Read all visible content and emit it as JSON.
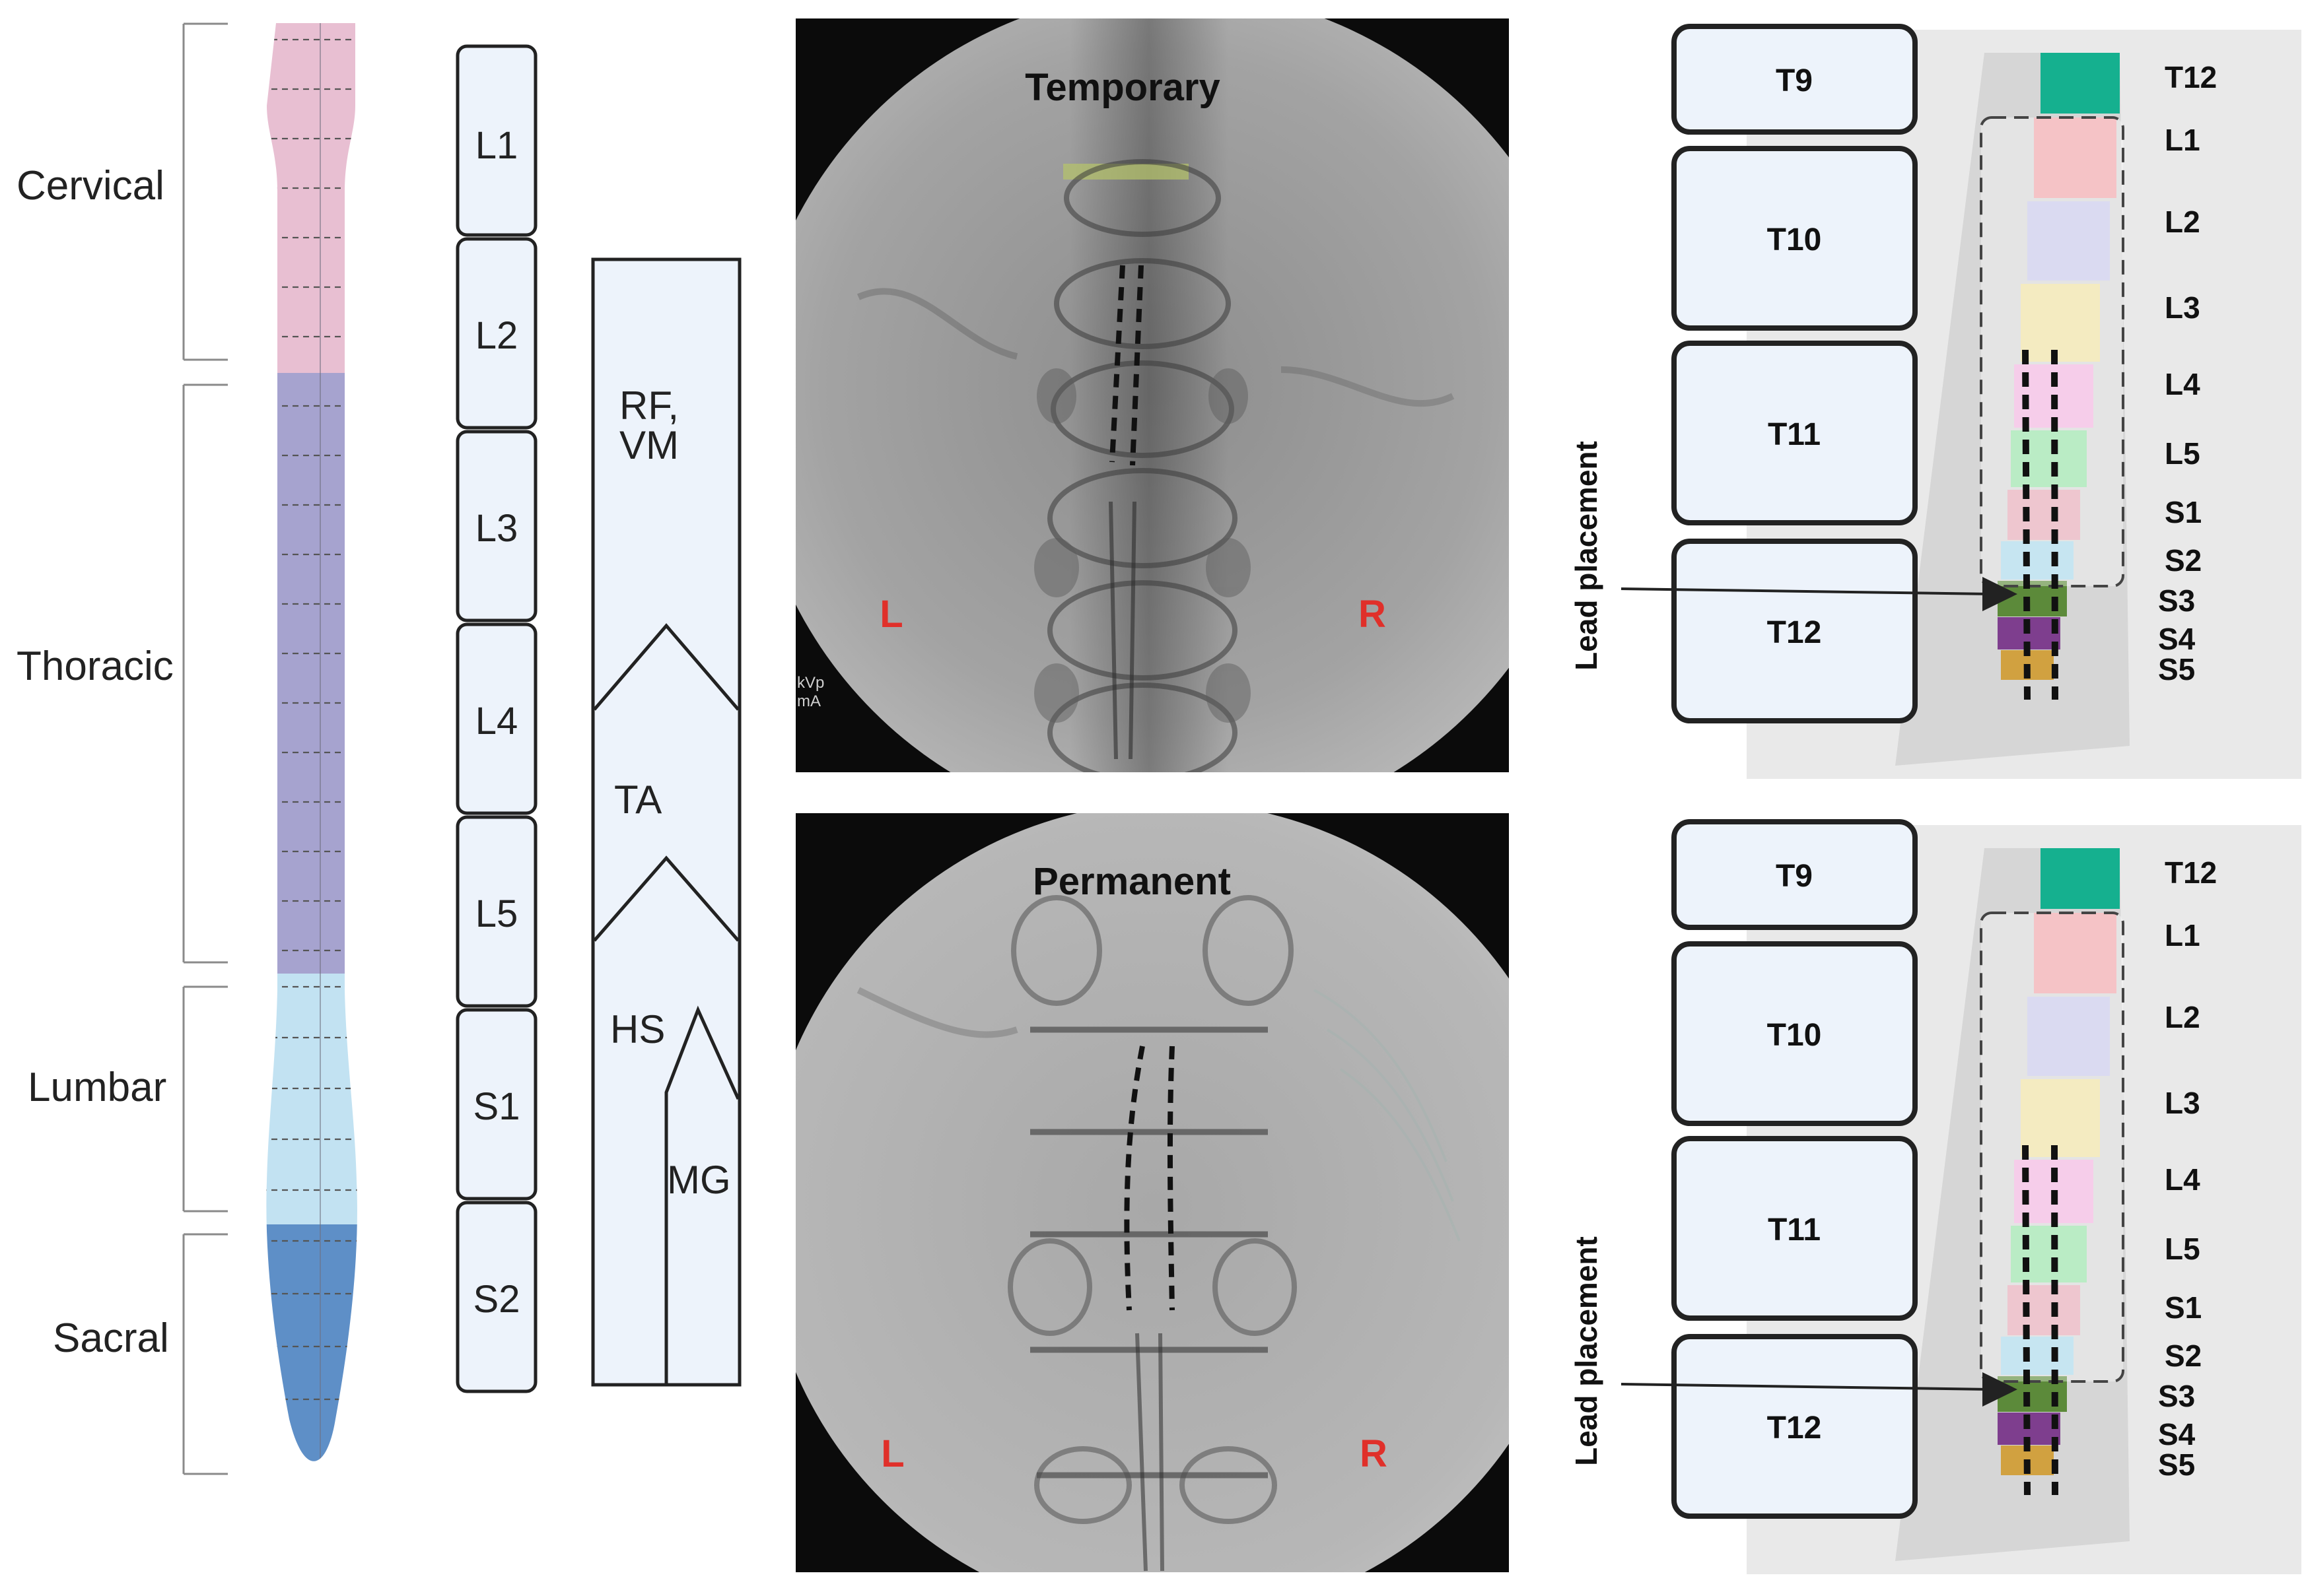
{
  "spine_regions": [
    {
      "label": "Cervical",
      "color": "#e8bfd2"
    },
    {
      "label": "Thoracic",
      "color": "#a6a3cf"
    },
    {
      "label": "Lumbar",
      "color": "#c2e2f2"
    },
    {
      "label": "Sacral",
      "color": "#5e8fc7"
    }
  ],
  "segments": [
    "L1",
    "L2",
    "L3",
    "L4",
    "L5",
    "S1",
    "S2"
  ],
  "muscles": [
    {
      "label": "RF,\nVM"
    },
    {
      "label": "TA"
    },
    {
      "label": "HS"
    },
    {
      "label": "MG"
    }
  ],
  "fluoroscopy": {
    "temporary": {
      "title": "Temporary",
      "left": "L",
      "right": "R",
      "corner_text": "kVp\nmA"
    },
    "permanent": {
      "title": "Permanent",
      "left": "L",
      "right": "R"
    }
  },
  "models": [
    {
      "vertebrae": [
        "T9",
        "T10",
        "T11",
        "T12"
      ],
      "segment_labels": [
        "T12",
        "L1",
        "L2",
        "L3",
        "L4",
        "L5",
        "S1",
        "S2",
        "S3",
        "S4",
        "S5"
      ],
      "lead_label": "Lead placement"
    },
    {
      "vertebrae": [
        "T9",
        "T10",
        "T11",
        "T12"
      ],
      "segment_labels": [
        "T12",
        "L1",
        "L2",
        "L3",
        "L4",
        "L5",
        "S1",
        "S2",
        "S3",
        "S4",
        "S5"
      ],
      "lead_label": "Lead placement"
    }
  ],
  "segment_colors": {
    "T12": "#15b08f",
    "L1": "#f0a3a8",
    "L2": "#c6c6ea",
    "L3": "#eee0a0",
    "L4": "#f2b2df",
    "L5": "#96e2a6",
    "S1": "#e5a8b5",
    "S2": "#a8d8ea",
    "S3": "#5c8a3a",
    "S4": "#7e3e8e",
    "S5": "#d1a140"
  },
  "colors": {
    "box_fill": "#edf3fb",
    "box_stroke": "#222222",
    "accent_red": "#e0302a"
  }
}
